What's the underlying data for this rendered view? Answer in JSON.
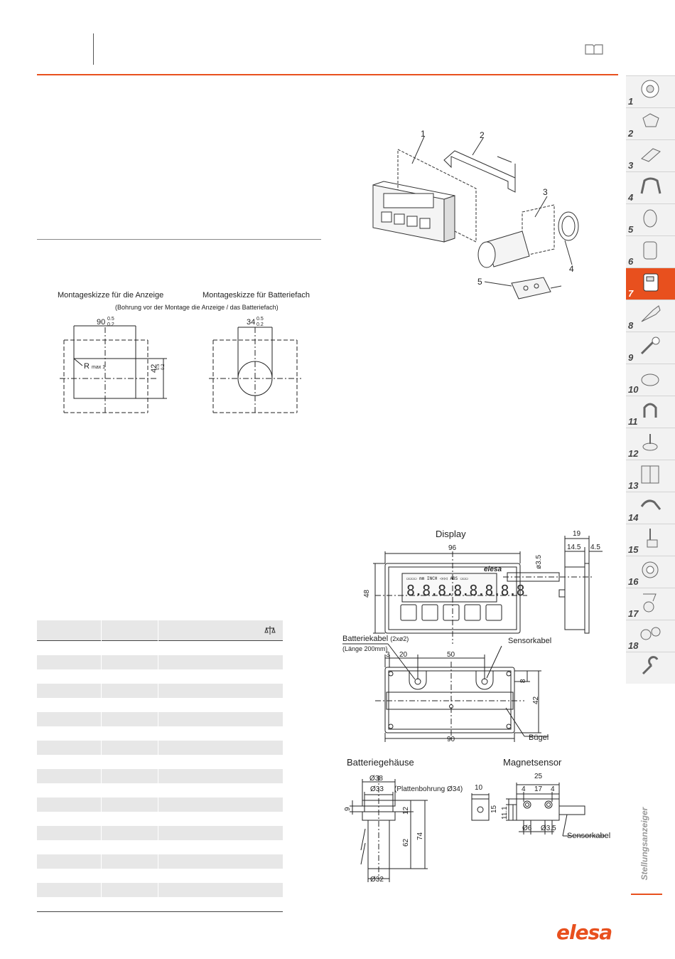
{
  "sidebar": {
    "tabs": [
      {
        "num": "1"
      },
      {
        "num": "2"
      },
      {
        "num": "3"
      },
      {
        "num": "4"
      },
      {
        "num": "5"
      },
      {
        "num": "6"
      },
      {
        "num": "7",
        "active": true
      },
      {
        "num": "8"
      },
      {
        "num": "9"
      },
      {
        "num": "10"
      },
      {
        "num": "11"
      },
      {
        "num": "12"
      },
      {
        "num": "13"
      },
      {
        "num": "14"
      },
      {
        "num": "15"
      },
      {
        "num": "16"
      },
      {
        "num": "17"
      },
      {
        "num": "18"
      },
      {
        "num": ""
      }
    ],
    "vertical_label": "Stellungsanzeiger",
    "accent_color": "#e8501e"
  },
  "mounting": {
    "display_caption": "Montageskizze für die Anzeige",
    "battery_caption": "Montageskizze für Batteriefach",
    "note": "(Bohrung vor der Montage die Anzeige / das Batteriefach)",
    "dim_90": "90",
    "tol_90_upper": "0.5",
    "tol_90_lower": "0.2",
    "dim_42": "42",
    "tol_42_upper": "0.5",
    "tol_42_lower": "0.2",
    "radius_label": "R",
    "radius_sub": "max 1",
    "dim_34": "34",
    "tol_34_upper": "0.5",
    "tol_34_lower": "0.2"
  },
  "exploded": {
    "callouts": [
      "1",
      "2",
      "3",
      "4",
      "5"
    ]
  },
  "drawing": {
    "display_title": "Display",
    "dim_96": "96",
    "dim_48": "48",
    "dim_19": "19",
    "dim_14_5": "14.5",
    "dim_4_5": "4.5",
    "dim_phi3_5": "ø3.5",
    "lcd_top_text": "mm INCH",
    "lcd_abs": "ABS",
    "lcd_brand": "elesa",
    "battery_cable": "Batteriekabel",
    "battery_cable_spec": "(2xø2)",
    "cable_length": "(Länge 200mm)",
    "sensor_cable": "Sensorkabel",
    "dim_3": "3",
    "dim_20": "20",
    "dim_50": "50",
    "dim_8": "8",
    "dim_42b": "42",
    "dim_90b": "90",
    "bracket": "Bügel",
    "battery_housing": "Batteriegehäuse",
    "magnet_sensor": "Magnetsensor",
    "dim_d38": "Ø38",
    "dim_d33": "Ø33",
    "plate_hole": "(Plattenbohrung Ø34)",
    "dim_9": "9",
    "dim_12": "12",
    "dim_62": "62",
    "dim_74": "74",
    "dim_d32": "Ø32",
    "dim_10": "10",
    "dim_25": "25",
    "dim_4a": "4",
    "dim_17": "17",
    "dim_4b": "4",
    "dim_15": "15",
    "dim_11_1": "11.1",
    "dim_d6": "Ø6",
    "dim_d3_5": "Ø3.5",
    "sensor_cable2": "Sensorkabel"
  },
  "table": {
    "header_icon": "scale-icon",
    "row_count": 19
  },
  "footer": {
    "logo": "elesa"
  }
}
